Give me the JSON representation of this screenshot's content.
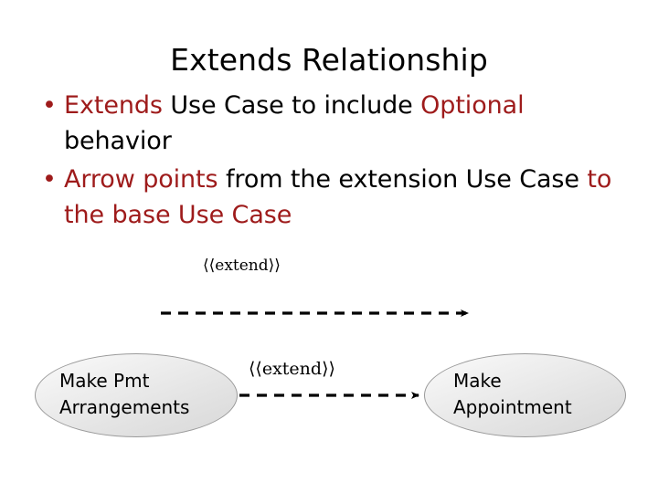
{
  "slide": {
    "title": "Extends Relationship",
    "bullets": [
      {
        "marker": "•",
        "segments": [
          {
            "text": "Extends ",
            "color": "red"
          },
          {
            "text": "Use Case to include ",
            "color": "black"
          },
          {
            "text": " Optional",
            "color": "red"
          },
          {
            "text": " behavior",
            "color": "black"
          }
        ]
      },
      {
        "marker": "•",
        "segments": [
          {
            "text": "Arrow points ",
            "color": "red"
          },
          {
            "text": "from the extension Use Case ",
            "color": "black"
          },
          {
            "text": "to the base Use Case",
            "color": "red"
          }
        ]
      }
    ]
  },
  "diagram": {
    "stereotype_top": "⟨⟨extend⟩⟩",
    "stereotype_mid": "⟨⟨extend⟩⟩",
    "use_cases": [
      {
        "name": "make-pmt-arrangements",
        "label": "Make Pmt\nArrangements"
      },
      {
        "name": "make-appointment",
        "label": "Make\nAppointment"
      }
    ],
    "arrows": [
      {
        "name": "extend-arrow-top",
        "style": "dashed",
        "direction": "right"
      },
      {
        "name": "extend-arrow-bottom",
        "style": "dashed",
        "direction": "right"
      }
    ]
  },
  "colors": {
    "accent_red": "#9E1B1B",
    "text_black": "#000000",
    "background": "#FFFFFF",
    "ellipse_border": "#9A9A9A",
    "ellipse_fill": "#E6E6E6"
  }
}
